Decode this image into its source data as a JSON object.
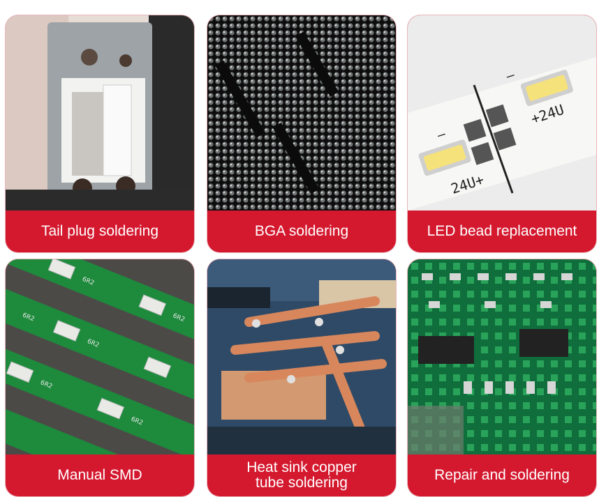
{
  "cards": [
    {
      "label": "Tail plug soldering"
    },
    {
      "label": "BGA soldering"
    },
    {
      "label": "LED bead replacement"
    },
    {
      "label": "Manual SMD"
    },
    {
      "label": "Heat sink copper\ntube soldering"
    },
    {
      "label": "Repair and soldering"
    }
  ],
  "photos": {
    "led": {
      "minus1": "–",
      "minus2": "–",
      "plus24_left": "24U+",
      "plus24_right": "+24U"
    },
    "smd": {
      "r1": "6R2",
      "r2": "6R2",
      "r3": "6R2",
      "r4": "6R2",
      "r5": "6R2",
      "r6": "6R2"
    }
  },
  "colors": {
    "accent": "#d4192f",
    "label_text": "#ffffff"
  }
}
